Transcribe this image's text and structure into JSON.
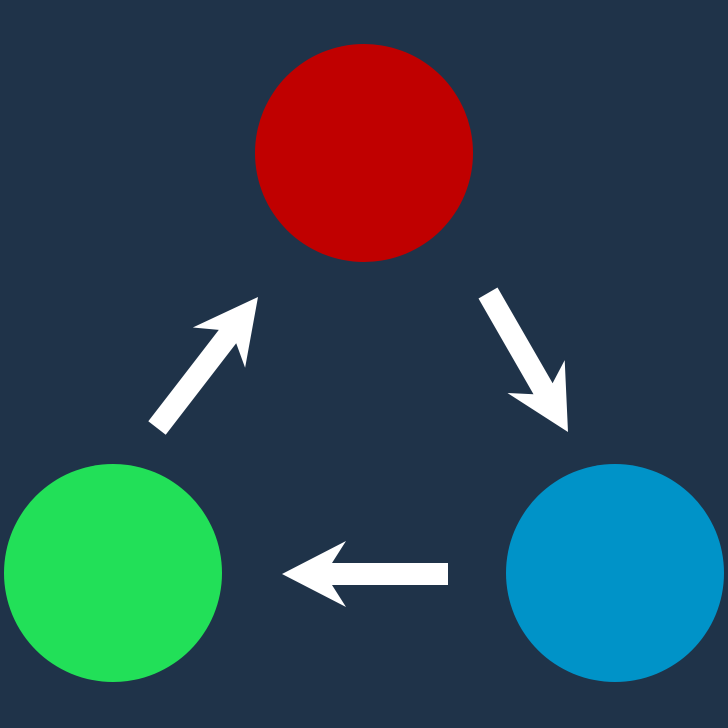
{
  "diagram": {
    "background_color": "#1f3349",
    "arrow_color": "#ffffff",
    "nodes": [
      {
        "id": "red",
        "name": "red-node",
        "color": "#c00000"
      },
      {
        "id": "blue",
        "name": "blue-node",
        "color": "#0093c8"
      },
      {
        "id": "green",
        "name": "green-node",
        "color": "#22e058"
      }
    ],
    "edges": [
      {
        "from": "red",
        "to": "blue",
        "name": "arrow-red-to-blue"
      },
      {
        "from": "blue",
        "to": "green",
        "name": "arrow-blue-to-green"
      },
      {
        "from": "green",
        "to": "red",
        "name": "arrow-green-to-red"
      }
    ]
  }
}
